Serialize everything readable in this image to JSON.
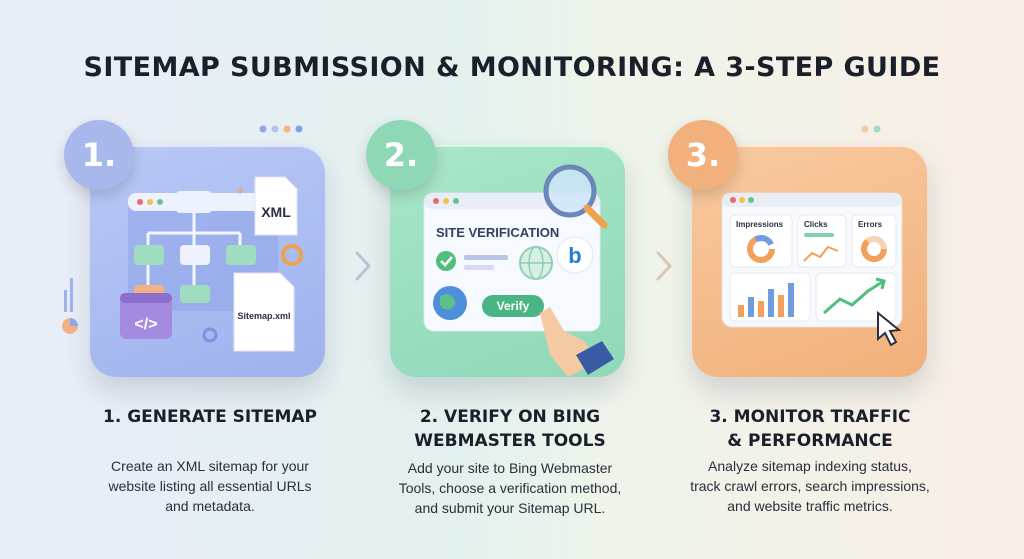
{
  "title": "SITEMAP SUBMISSION & MONITORING: A 3-STEP GUIDE",
  "steps": [
    {
      "number": "1.",
      "heading": "1. GENERATE SITEMAP",
      "heading_line2": "",
      "description_lines": [
        "Create an XML sitemap for your",
        "website listing all essential URLs",
        "and metadata."
      ],
      "illustration": {
        "doc1_label": "XML",
        "doc2_label": "Sitemap.xml"
      },
      "color": "#a8b8ec"
    },
    {
      "number": "2.",
      "heading": "2. VERIFY ON BING",
      "heading_line2": "WEBMASTER TOOLS",
      "description_lines": [
        "Add your site to Bing Webmaster",
        "Tools, choose a verification method,",
        "and submit your Sitemap URL."
      ],
      "illustration": {
        "window_title": "SITE VERIFICATION",
        "button_label": "Verify"
      },
      "color": "#8ed8b6"
    },
    {
      "number": "3.",
      "heading": "3. MONITOR TRAFFIC",
      "heading_line2": "& PERFORMANCE",
      "description_lines": [
        "Analyze sitemap indexing status,",
        "track crawl errors, search impressions,",
        "and website traffic metrics."
      ],
      "illustration": {
        "panel1": "Impressions",
        "panel2": "Clicks",
        "panel3": "Errors"
      },
      "color": "#f2b07c"
    }
  ]
}
